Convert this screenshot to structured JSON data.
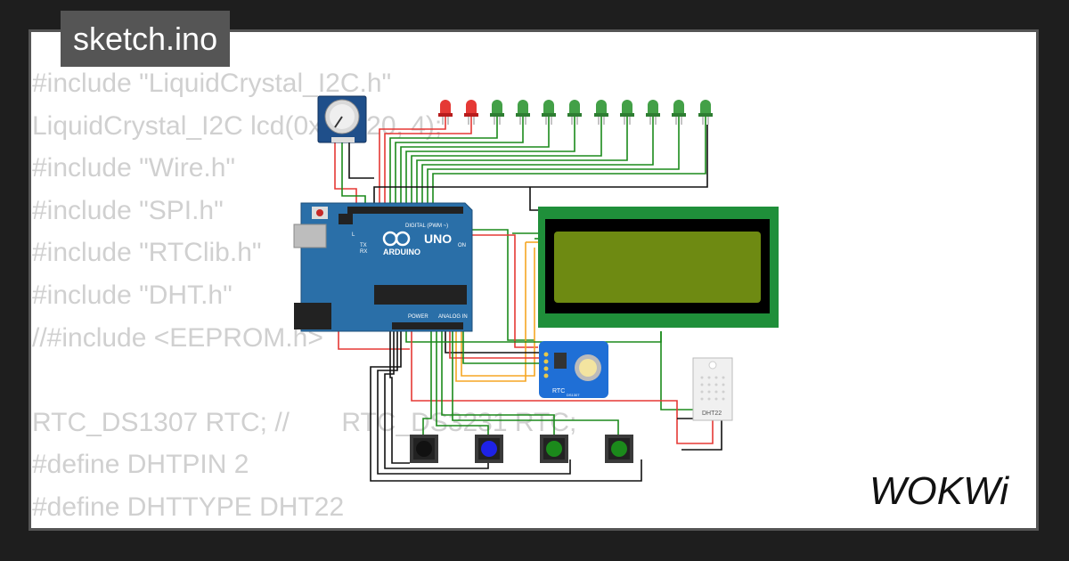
{
  "window": {
    "title": "sketch.ino"
  },
  "code_lines": [
    "#include \"LiquidCrystal_I2C.h\"",
    "LiquidCrystal_I2C lcd(0x27, 20, 4);",
    "#include \"Wire.h\"",
    "#include \"SPI.h\"",
    "#include \"RTClib.h\"",
    "#include \"DHT.h\"",
    "//#include <EEPROM.h>",
    "",
    "RTC_DS1307 RTC; //       RTC_DS3231 RTC;",
    "#define DHTPIN 2",
    "#define DHTTYPE DHT22"
  ],
  "board": {
    "brand": "ARDUINO",
    "model": "UNO",
    "digital_label": "DIGITAL (PWM ~)",
    "power_label": "POWER",
    "analog_label": "ANALOG IN",
    "tx": "TX",
    "rx": "RX",
    "on": "ON",
    "l": "L"
  },
  "rtc": {
    "label": "RTC",
    "sub": "DS1307"
  },
  "sensor": {
    "label": "DHT22"
  },
  "leds": {
    "colors": [
      "#e53935",
      "#e53935",
      "#43a047",
      "#43a047",
      "#43a047",
      "#43a047",
      "#43a047",
      "#43a047",
      "#43a047",
      "#43a047",
      "#43a047"
    ]
  },
  "buttons": {
    "colors": [
      "#111111",
      "#1e22e6",
      "#1b8a1b",
      "#1b8a1b"
    ]
  },
  "colors": {
    "lcd_frame": "#1f8f3a",
    "lcd_screen": "#6e8a12",
    "board": "#2a6fa8",
    "rtc": "#1f6fd6"
  },
  "logo": {
    "text": "WOKWi"
  }
}
